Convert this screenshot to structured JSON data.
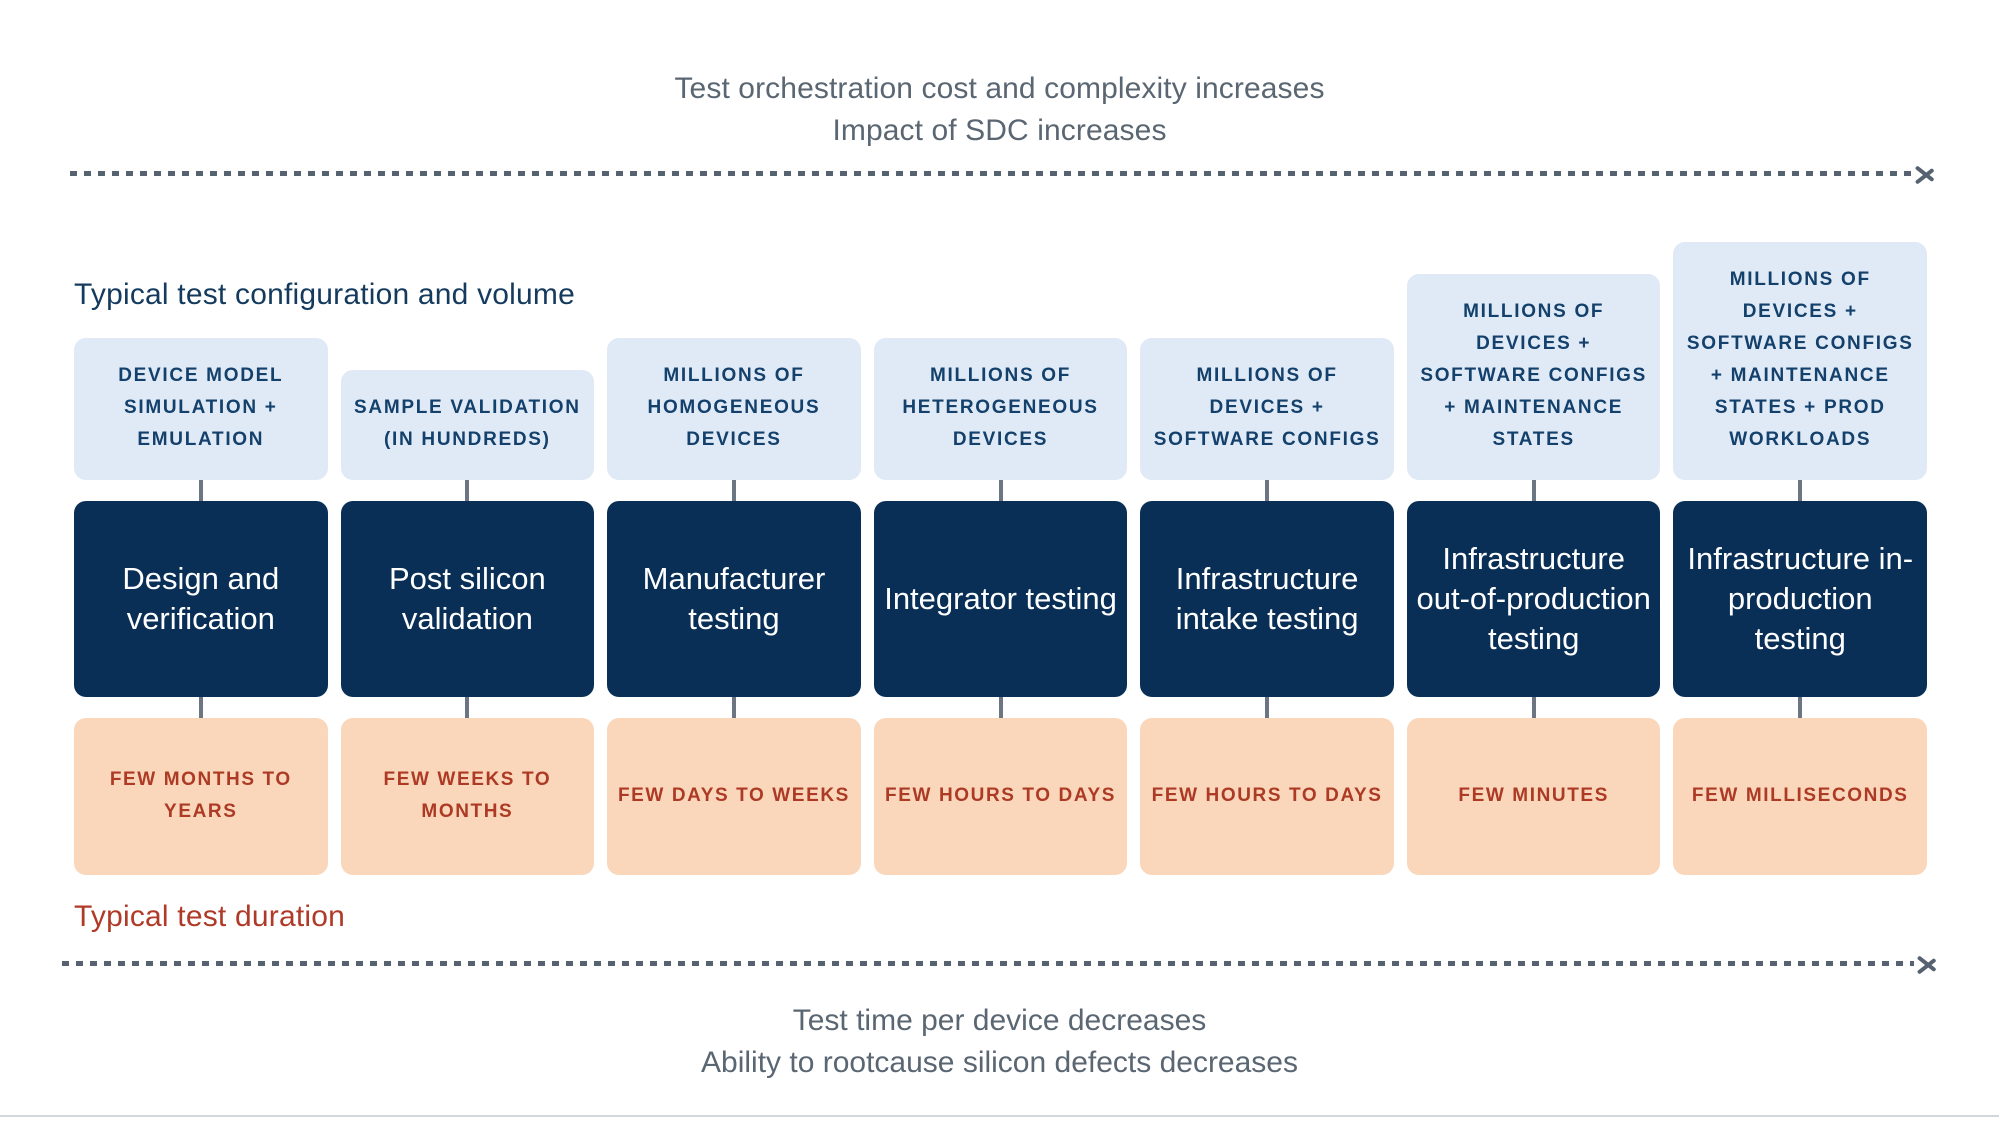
{
  "top_annotation": {
    "line1": "Test orchestration cost and complexity increases",
    "line2": "Impact of SDC increases"
  },
  "bottom_annotation": {
    "line1": "Test time per device decreases",
    "line2": "Ability to rootcause silicon defects decreases"
  },
  "captions": {
    "config": "Typical test configuration and volume",
    "duration": "Typical test duration"
  },
  "arrows": {
    "top_icon": "arrow-right-icon",
    "bottom_icon": "arrow-right-icon"
  },
  "colors": {
    "config_box_bg": "#dfeaf6",
    "config_box_text": "#14406c",
    "stage_box_bg": "#0a2f56",
    "stage_box_text": "#ffffff",
    "duration_box_bg": "#fad7bb",
    "duration_box_text": "#ad3a25",
    "annotation_text": "#5a6672",
    "connector": "#6b7682"
  },
  "columns": [
    {
      "config": "Device model simulation + emulation",
      "stage": "Design and verification",
      "duration": "Few months to years"
    },
    {
      "config": "Sample validation (in hundreds)",
      "stage": "Post silicon validation",
      "duration": "Few weeks to months"
    },
    {
      "config": "Millions of homogeneous devices",
      "stage": "Manufacturer testing",
      "duration": "Few days to weeks"
    },
    {
      "config": "Millions of heterogeneous devices",
      "stage": "Integrator testing",
      "duration": "Few hours to days"
    },
    {
      "config": "Millions of devices + software configs",
      "stage": "Infrastructure intake testing",
      "duration": "Few hours to days"
    },
    {
      "config": "Millions of devices + software configs + maintenance states",
      "stage": "Infrastructure out-of-production testing",
      "duration": "Few minutes"
    },
    {
      "config": "Millions of devices + software configs + maintenance states + prod workloads",
      "stage": "Infrastructure in-production testing",
      "duration": "Few milliseconds"
    }
  ]
}
